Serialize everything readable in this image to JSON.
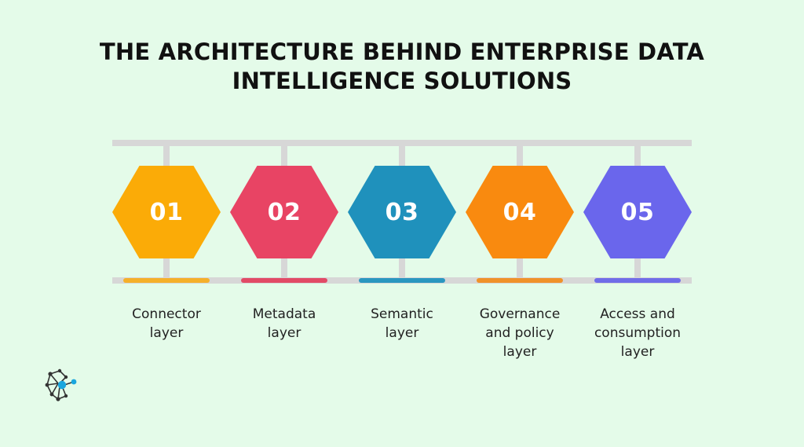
{
  "title": {
    "line1": "THE ARCHITECTURE BEHIND ENTERPRISE DATA",
    "line2": "INTELLIGENCE SOLUTIONS"
  },
  "steps": [
    {
      "number": "01",
      "label_lines": [
        "Connector",
        "layer"
      ],
      "color": "#fbab07",
      "accent": "#f5b02a"
    },
    {
      "number": "02",
      "label_lines": [
        "Metadata",
        "layer"
      ],
      "color": "#e84464",
      "accent": "#e24a66"
    },
    {
      "number": "03",
      "label_lines": [
        "Semantic",
        "layer"
      ],
      "color": "#1f91bc",
      "accent": "#2a97c0"
    },
    {
      "number": "04",
      "label_lines": [
        "Governance",
        "and policy",
        "layer"
      ],
      "color": "#f98a0f",
      "accent": "#f0922a"
    },
    {
      "number": "05",
      "label_lines": [
        "Access and",
        "consumption",
        "layer"
      ],
      "color": "#6a66ec",
      "accent": "#706ce8"
    }
  ],
  "logo": {
    "icon": "network-logo-icon",
    "accent_color": "#1aa6de"
  }
}
